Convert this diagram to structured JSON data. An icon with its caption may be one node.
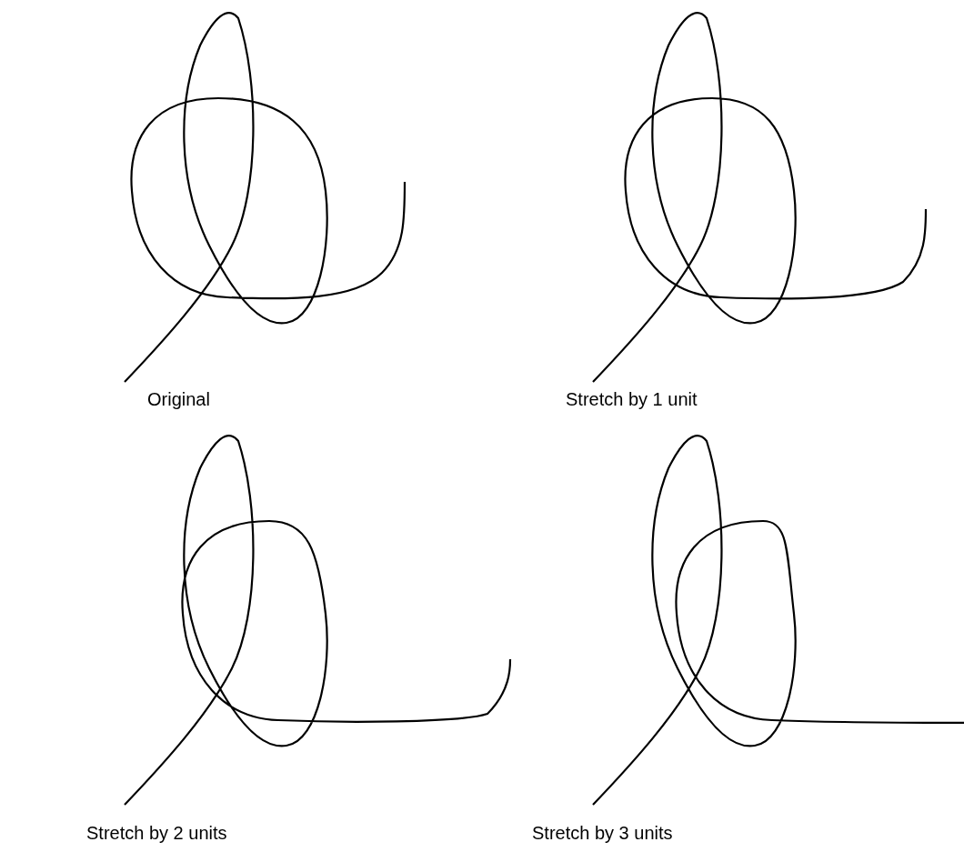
{
  "diagram": {
    "labels": [
      "Original",
      "Stretch by 1 unit",
      "Stretch by 2 units",
      "Stretch by 3 units"
    ]
  }
}
